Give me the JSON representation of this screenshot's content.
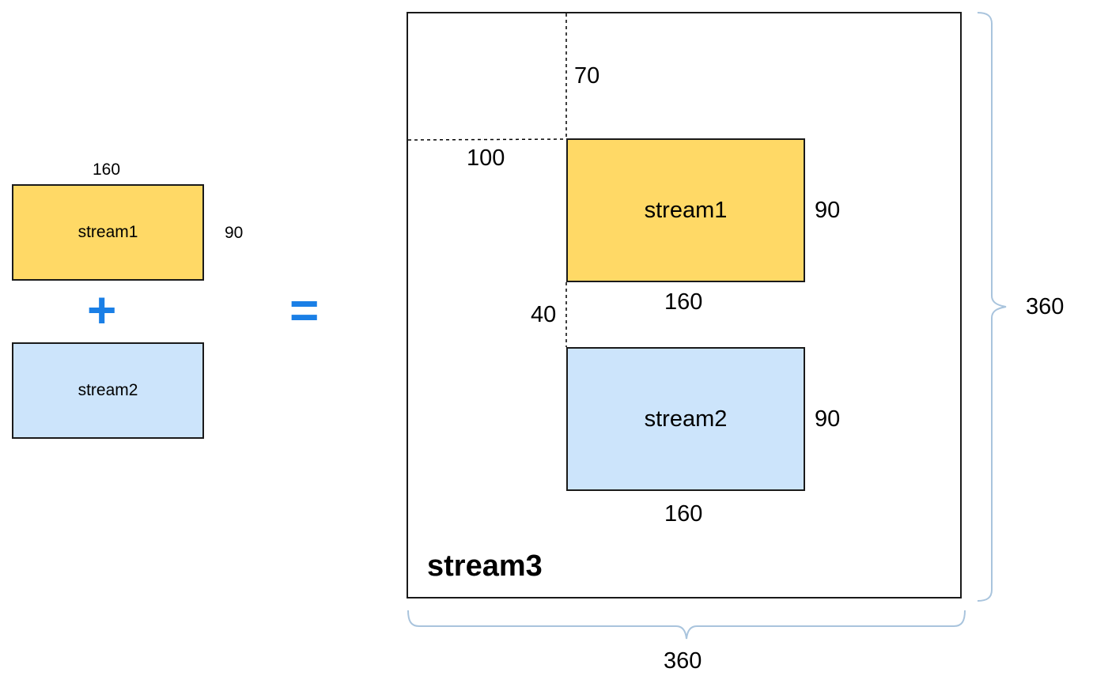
{
  "left": {
    "stream1": {
      "label": "stream1",
      "width_label": "160",
      "height_label": "90"
    },
    "plus": "+",
    "stream2": {
      "label": "stream2"
    }
  },
  "equals": "=",
  "canvas": {
    "label": "stream3",
    "offset_top": "70",
    "offset_left": "100",
    "gap": "40",
    "width_label": "360",
    "height_label": "360",
    "stream1": {
      "label": "stream1",
      "width_label": "160",
      "height_label": "90"
    },
    "stream2": {
      "label": "stream2",
      "width_label": "160",
      "height_label": "90"
    }
  },
  "colors": {
    "stream1": "#ffd966",
    "stream2": "#cce4fb",
    "operator": "#1a7fe6",
    "brace": "#a9c4dd"
  }
}
